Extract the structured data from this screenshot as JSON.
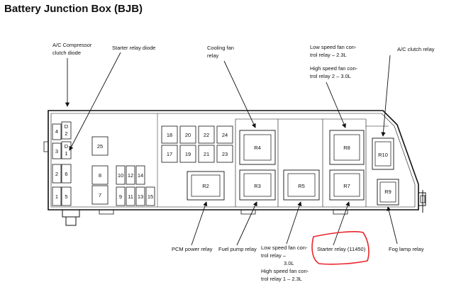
{
  "title": "Battery Junction Box (BJB)",
  "labels": {
    "ac_compressor": [
      "A/C Compressor",
      "clutch diode"
    ],
    "starter_relay_diode": "Starter relay diode",
    "cooling_fan": [
      "Cooling fan",
      "relay"
    ],
    "low_speed_fan_23": [
      "Low speed fan con-",
      "trol relay – 2.3L"
    ],
    "high_speed_fan_30": [
      "High speed fan con-",
      "trol relay 2 – 3.0L"
    ],
    "ac_clutch_relay": "A/C clutch relay",
    "pcm_power_relay": "PCM power relay",
    "fuel_pump_relay": "Fuel pump relay",
    "low_speed_fan_30": [
      "Low speed fan con-",
      "trol relay –",
      "3.0L"
    ],
    "high_speed_fan_23": [
      "High speed fan con-",
      "trol relay 1 – 2.3L"
    ],
    "starter_relay": "Starter relay (11450)",
    "fog_lamp_relay": "Fog lamp relay"
  },
  "fuses": {
    "col_left": [
      "4",
      "3",
      "2",
      "1"
    ],
    "col_right": [
      "5",
      "6"
    ],
    "diode_d2": [
      "D",
      "2"
    ],
    "diode_d1": [
      "D",
      "1"
    ],
    "f25": "25",
    "f8": "8",
    "f7": "7",
    "row_small_top": [
      "10",
      "12",
      "14"
    ],
    "row_small_bot": [
      "9",
      "11",
      "13",
      "15"
    ],
    "grid_top": [
      "18",
      "20",
      "22",
      "24"
    ],
    "grid_bot": [
      "17",
      "19",
      "21",
      "23"
    ]
  },
  "relays": {
    "R2": "R2",
    "R3": "R3",
    "R4": "R4",
    "R5": "R5",
    "R7": "R7",
    "R8": "R8",
    "R9": "R9",
    "R10": "R10"
  },
  "highlight_color": "#e8262b"
}
